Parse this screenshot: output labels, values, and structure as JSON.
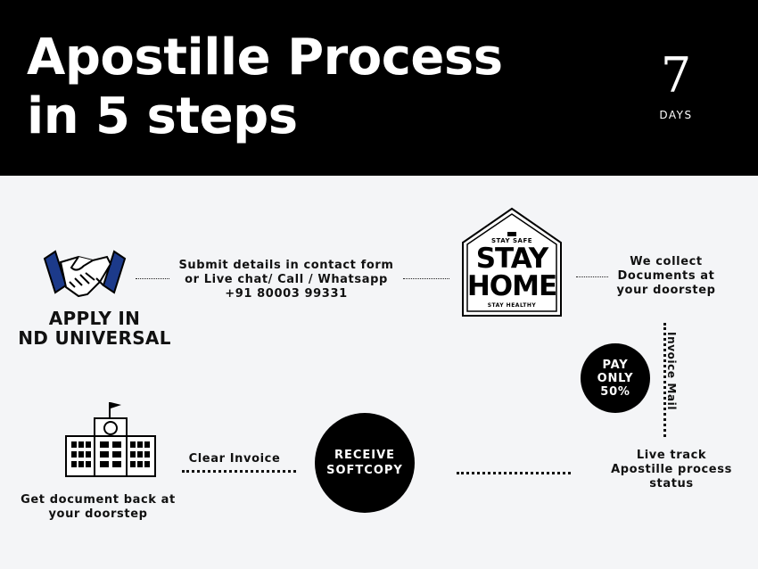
{
  "header": {
    "title_line1": "Apostille Process",
    "title_line2": "in 5 steps",
    "days_number": "7",
    "days_label": "DAYS"
  },
  "steps": {
    "apply_line1": "APPLY IN",
    "apply_line2": "ND UNIVERSAL",
    "submit_line1": "Submit details in contact form",
    "submit_line2": "or Live chat/ Call / Whatsapp",
    "submit_line3": "+91 80003 99331",
    "stay_safe": "STAY SAFE",
    "stay": "STAY",
    "home": "HOME",
    "stay_healthy": "STAY HEALTHY",
    "collect_line1": "We collect",
    "collect_line2": "Documents at",
    "collect_line3": "your doorstep",
    "invoice_mail": "Invoice Mail",
    "pay_line1": "PAY",
    "pay_line2": "ONLY",
    "pay_line3": "50%",
    "track_line1": "Live track",
    "track_line2": "Apostille process",
    "track_line3": "status",
    "receive_line1": "RECEIVE",
    "receive_line2": "SOFTCOPY",
    "clear_invoice": "Clear Invoice",
    "back_line1": "Get document back at",
    "back_line2": "your doorstep"
  },
  "icons": {
    "handshake": "handshake-icon",
    "house": "house-icon",
    "building": "building-icon"
  },
  "colors": {
    "header_bg": "#000000",
    "page_bg": "#f4f5f7",
    "accent": "#1c3a8a"
  }
}
